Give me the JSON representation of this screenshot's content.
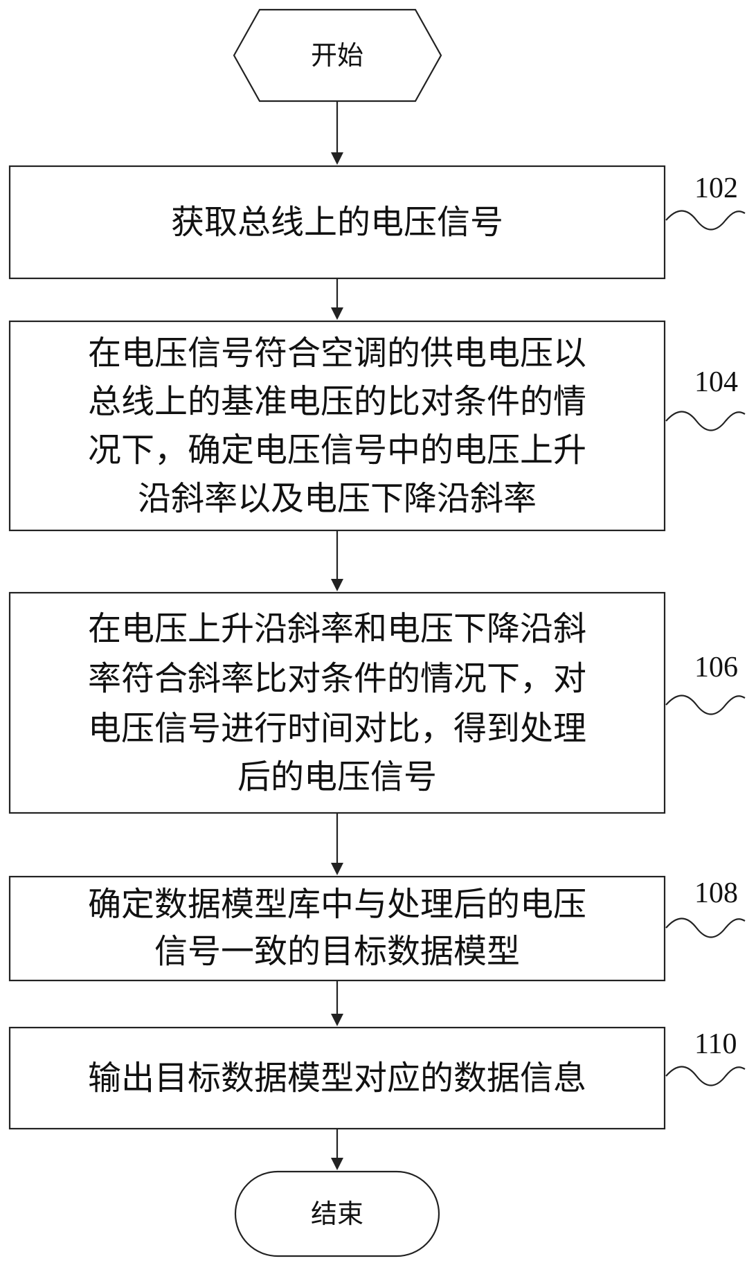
{
  "flowchart": {
    "start": {
      "label": "开始"
    },
    "end": {
      "label": "结束"
    },
    "steps": [
      {
        "id": "102",
        "lines": [
          "获取总线上的电压信号"
        ]
      },
      {
        "id": "104",
        "lines": [
          "在电压信号符合空调的供电电压以",
          "总线上的基准电压的比对条件的情",
          "况下，确定电压信号中的电压上升",
          "沿斜率以及电压下降沿斜率"
        ]
      },
      {
        "id": "106",
        "lines": [
          "在电压上升沿斜率和电压下降沿斜",
          "率符合斜率比对条件的情况下，对",
          "电压信号进行时间对比，得到处理",
          "后的电压信号"
        ]
      },
      {
        "id": "108",
        "lines": [
          "确定数据模型库中与处理后的电压",
          "信号一致的目标数据模型"
        ]
      },
      {
        "id": "110",
        "lines": [
          "输出目标数据模型对应的数据信息"
        ]
      }
    ]
  }
}
